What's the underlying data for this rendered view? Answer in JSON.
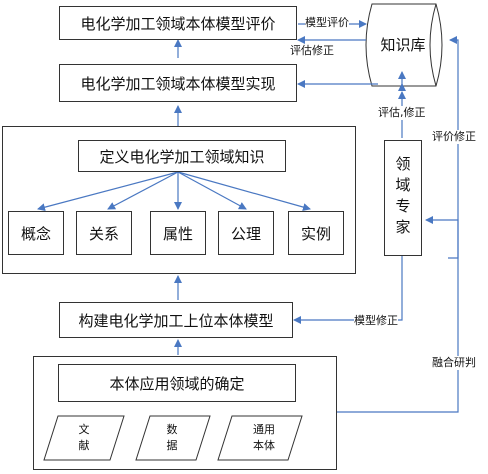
{
  "top_eval": "电化学加工领域本体模型评价",
  "implement": "电化学加工领域本体模型实现",
  "define": "定义电化学加工领域知识",
  "concepts": [
    "概念",
    "关系",
    "属性",
    "公理",
    "实例"
  ],
  "upper": "构建电化学加工上位本体模型",
  "determine": "本体应用领域的确定",
  "sources": [
    "文\n献",
    "数\n据",
    "通用\n本体"
  ],
  "kb": "知识库",
  "expert": "领域专家",
  "labels": {
    "model_eval": "模型评价",
    "eval_fix": "评估修正",
    "eval_fix2": "评估,修正",
    "eval_revise": "评价修正",
    "model_fix": "模型修正",
    "fuse_research": "融合研判"
  },
  "colors": {
    "arrow": "#4a78c2",
    "border": "#333333"
  }
}
